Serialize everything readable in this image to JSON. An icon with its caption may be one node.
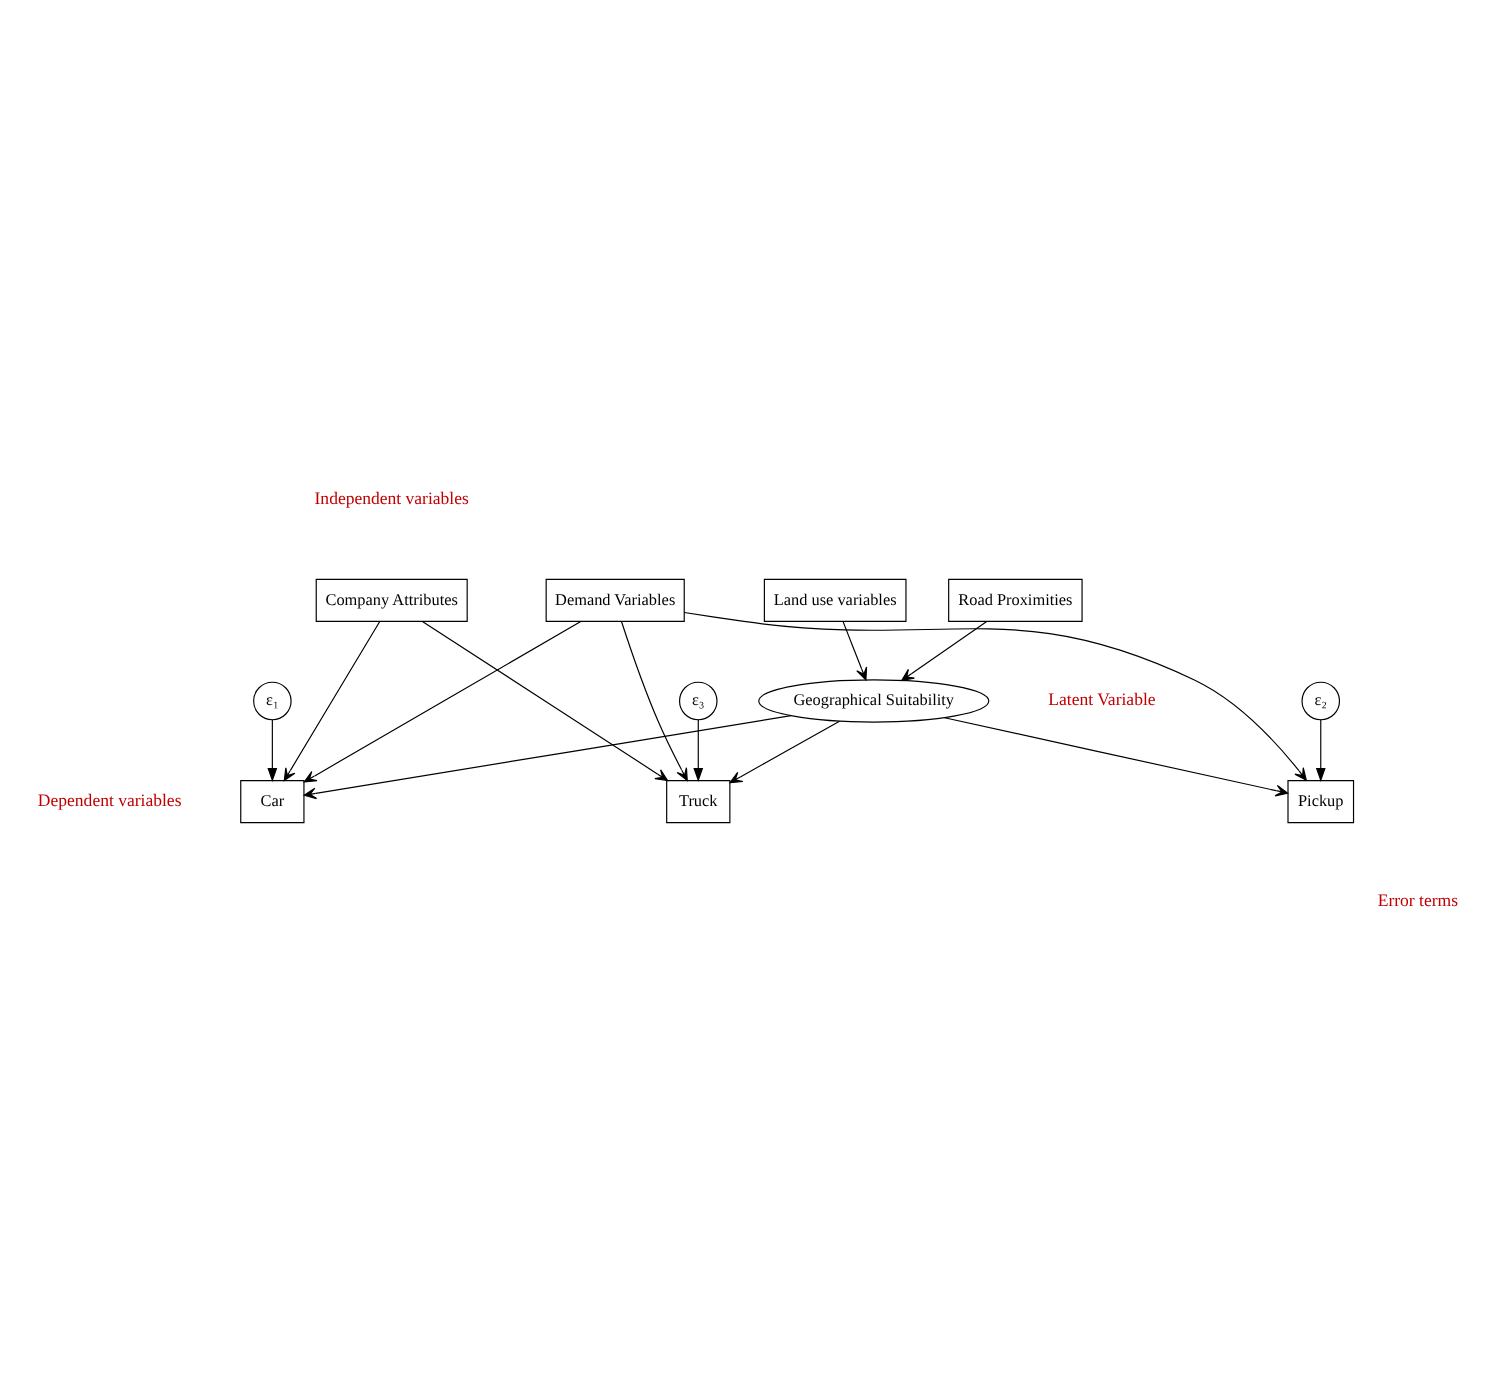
{
  "diagram": {
    "nodes": [
      {
        "text": [
          "Demand Variables"
        ]
      },
      {
        "text": [
          "Company Attributes"
        ]
      },
      {
        "text": [
          "Road Proximities"
        ]
      },
      {
        "text": [
          "Land use variables"
        ]
      },
      {
        "text": [
          "Geographical Suitability"
        ]
      },
      {
        "text": [
          "Car"
        ]
      },
      {
        "text": [
          "Pickup"
        ]
      },
      {
        "text": [
          "Truck"
        ]
      },
      {
        "text": [
          "ε₁"
        ]
      },
      {
        "text": [
          "ε₂"
        ]
      },
      {
        "text": [
          "ε₃"
        ]
      }
    ],
    "edges": [
      {
        "from": 0,
        "to": 5,
        "arrow": "to"
      },
      {
        "from": 0,
        "to": 6,
        "arrow": "to"
      },
      {
        "from": 0,
        "to": 7,
        "arrow": "to"
      },
      {
        "from": 1,
        "to": 5,
        "arrow": "to"
      },
      {
        "from": 1,
        "to": 7,
        "arrow": "to"
      },
      {
        "from": 2,
        "to": 4,
        "arrow": "to"
      },
      {
        "from": 3,
        "to": 4,
        "arrow": "to"
      },
      {
        "from": 4,
        "to": 5,
        "arrow": "to"
      },
      {
        "from": 4,
        "to": 6,
        "arrow": "to"
      },
      {
        "from": 4,
        "to": 7,
        "arrow": "to"
      },
      {
        "from": 8,
        "to": 5,
        "arrow": "to"
      },
      {
        "from": 9,
        "to": 6,
        "arrow": "to"
      },
      {
        "from": 10,
        "to": 7,
        "arrow": "to"
      }
    ],
    "labels": [
      "Independent variables",
      "Latent Variable",
      "Dependent variables",
      "Error terms"
    ]
  }
}
